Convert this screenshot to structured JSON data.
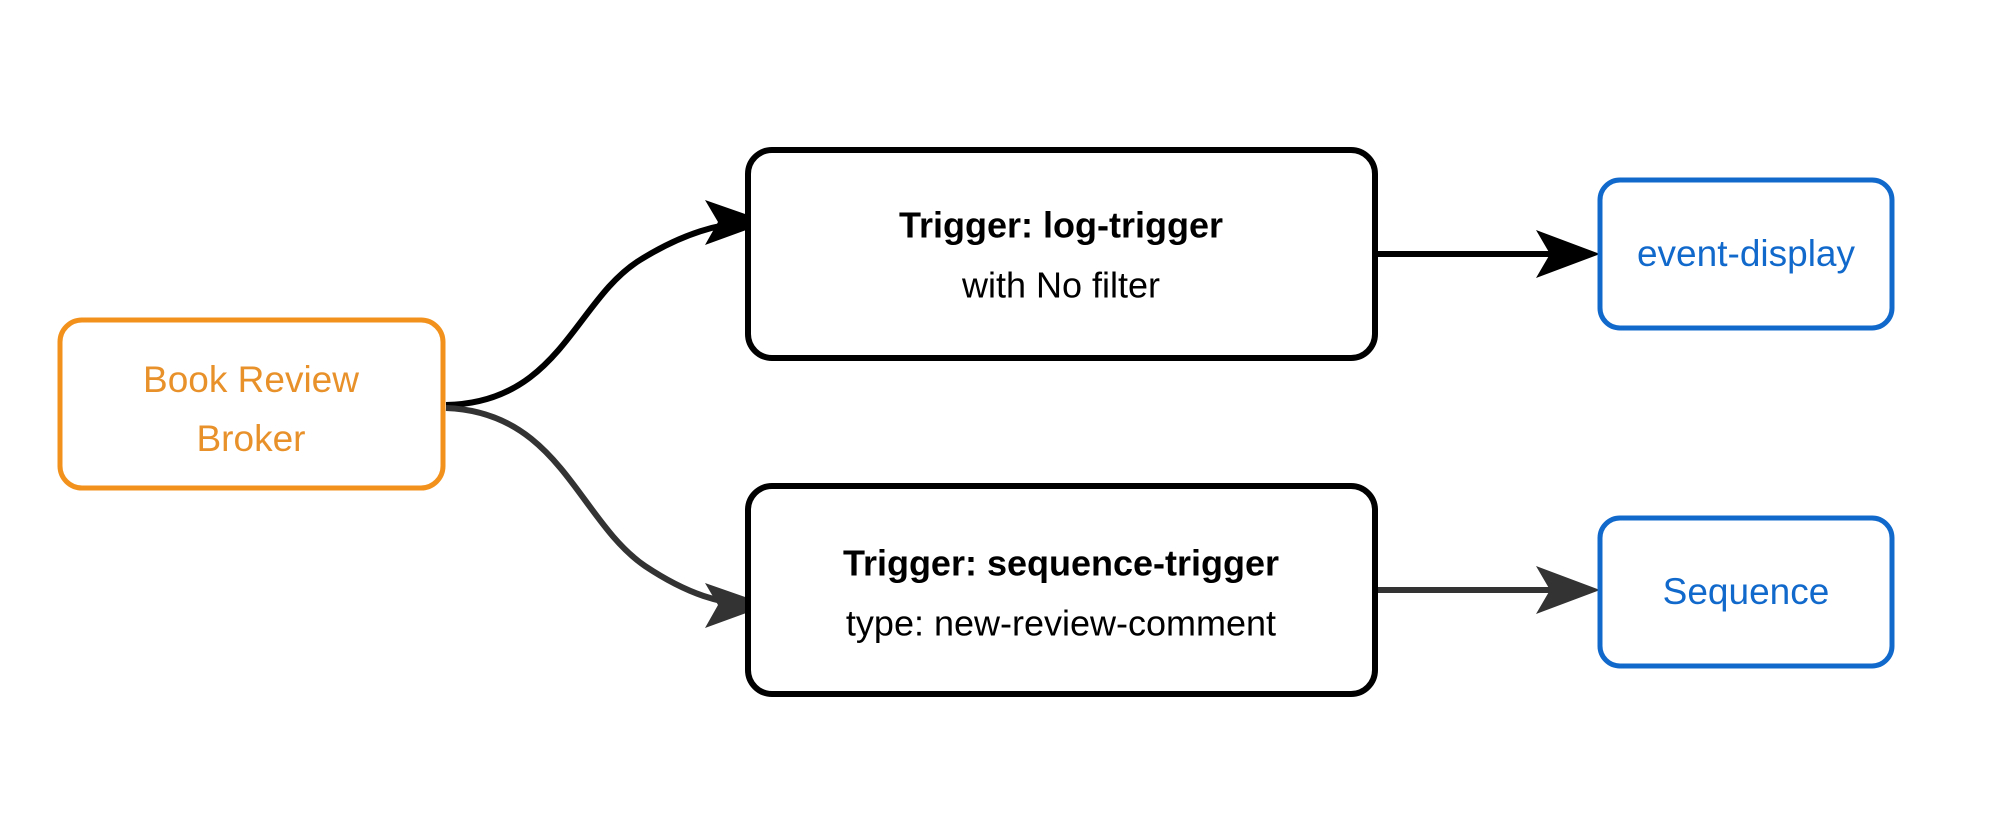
{
  "diagram": {
    "type": "flowchart",
    "direction": "left-to-right",
    "background_color": "#ffffff",
    "colors": {
      "broker_stroke": "#f2921d",
      "broker_text": "#e8912a",
      "endpoint_stroke": "#1169cc",
      "endpoint_text": "#1169cc",
      "trigger_stroke": "#000000",
      "trigger_text": "#000000",
      "edge_black": "#000000",
      "edge_gray": "#333333"
    },
    "broker": {
      "id": "book-review-broker",
      "line1": "Book Review",
      "line2": "Broker"
    },
    "triggers": [
      {
        "id": "log-trigger",
        "title": "Trigger: log-trigger",
        "subtitle": "with No filter"
      },
      {
        "id": "sequence-trigger",
        "title": "Trigger: sequence-trigger",
        "subtitle": "type: new-review-comment"
      }
    ],
    "endpoints": [
      {
        "id": "event-display",
        "label": "event-display"
      },
      {
        "id": "sequence",
        "label": "Sequence"
      }
    ],
    "edges": [
      {
        "id": "broker-to-log-trigger",
        "from": "book-review-broker",
        "to": "log-trigger",
        "style": "curved",
        "color": "#000000",
        "arrowhead": "filled-triangle"
      },
      {
        "id": "broker-to-sequence-trigger",
        "from": "book-review-broker",
        "to": "sequence-trigger",
        "style": "curved",
        "color": "#333333",
        "arrowhead": "filled-triangle"
      },
      {
        "id": "log-trigger-to-event-display",
        "from": "log-trigger",
        "to": "event-display",
        "style": "straight",
        "color": "#000000",
        "arrowhead": "filled-triangle"
      },
      {
        "id": "sequence-trigger-to-sequence",
        "from": "sequence-trigger",
        "to": "sequence",
        "style": "straight",
        "color": "#333333",
        "arrowhead": "filled-triangle"
      }
    ]
  }
}
